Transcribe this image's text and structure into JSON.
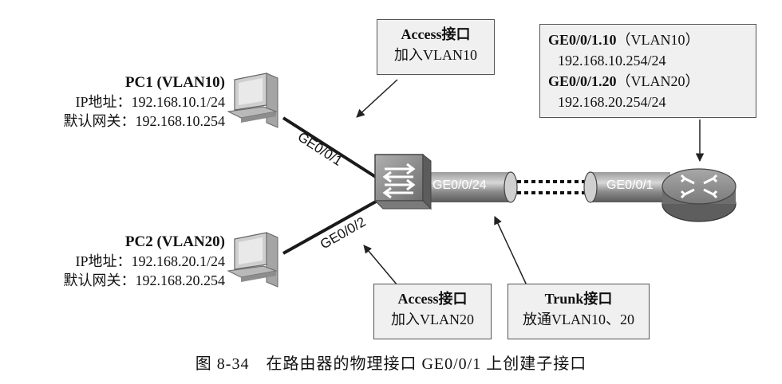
{
  "pc1": {
    "title": "PC1 (VLAN10)",
    "ip_line": "IP地址：192.168.10.1/24",
    "gw_line": "默认网关：192.168.10.254"
  },
  "pc2": {
    "title": "PC2 (VLAN20)",
    "ip_line": "IP地址：192.168.20.1/24",
    "gw_line": "默认网关：192.168.20.254"
  },
  "callouts": {
    "access1": {
      "title": "Access接口",
      "desc": "加入VLAN10"
    },
    "access2": {
      "title": "Access接口",
      "desc": "加入VLAN20"
    },
    "trunk": {
      "title": "Trunk接口",
      "desc": "放通VLAN10、20"
    }
  },
  "router_box": {
    "sub1_name": "GE0/0/1.10",
    "sub1_vlan": "（VLAN10）",
    "sub1_ip": "192.168.10.254/24",
    "sub2_name": "GE0/0/1.20",
    "sub2_vlan": "（VLAN20）",
    "sub2_ip": "192.168.20.254/24"
  },
  "ports": {
    "pc1_port": "GE0/0/1",
    "pc2_port": "GE0/0/2",
    "switch_trunk_port": "GE0/0/24",
    "router_port": "GE0/0/1"
  },
  "caption": "图 8-34　在路由器的物理接口 GE0/0/1 上创建子接口",
  "icons": [
    "pc-icon",
    "switch-icon",
    "router-icon"
  ]
}
